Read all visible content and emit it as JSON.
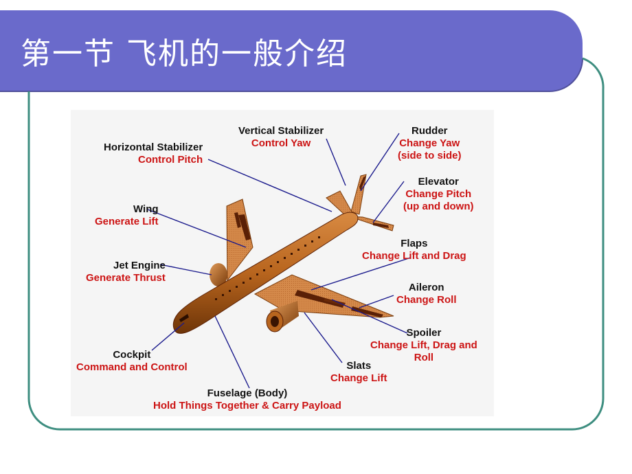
{
  "slide": {
    "title": "第一节 飞机的一般介绍"
  },
  "colors": {
    "header_band": "#6a6acb",
    "frame_line": "#3e8e80",
    "label_name": "#111111",
    "label_function": "#cc1414",
    "leader_line": "#1a1a8c",
    "airplane_body": "#c87830"
  },
  "labels": {
    "horizontal_stabilizer": {
      "name": "Horizontal Stabilizer",
      "function": "Control Pitch"
    },
    "vertical_stabilizer": {
      "name": "Vertical Stabilizer",
      "function": "Control Yaw"
    },
    "rudder": {
      "name": "Rudder",
      "function1": "Change Yaw",
      "function2": "(side to side)"
    },
    "elevator": {
      "name": "Elevator",
      "function1": "Change Pitch",
      "function2": "(up and down)"
    },
    "wing": {
      "name": "Wing",
      "function": "Generate Lift"
    },
    "flaps": {
      "name": "Flaps",
      "function": "Change Lift and Drag"
    },
    "jet_engine": {
      "name": "Jet Engine",
      "function": "Generate Thrust"
    },
    "aileron": {
      "name": "Aileron",
      "function": "Change Roll"
    },
    "spoiler": {
      "name": "Spoiler",
      "function1": "Change Lift, Drag and",
      "function2": "Roll"
    },
    "cockpit": {
      "name": "Cockpit",
      "function": "Command and Control"
    },
    "slats": {
      "name": "Slats",
      "function": "Change Lift"
    },
    "fuselage": {
      "name": "Fuselage (Body)",
      "function": "Hold Things Together & Carry Payload"
    }
  }
}
